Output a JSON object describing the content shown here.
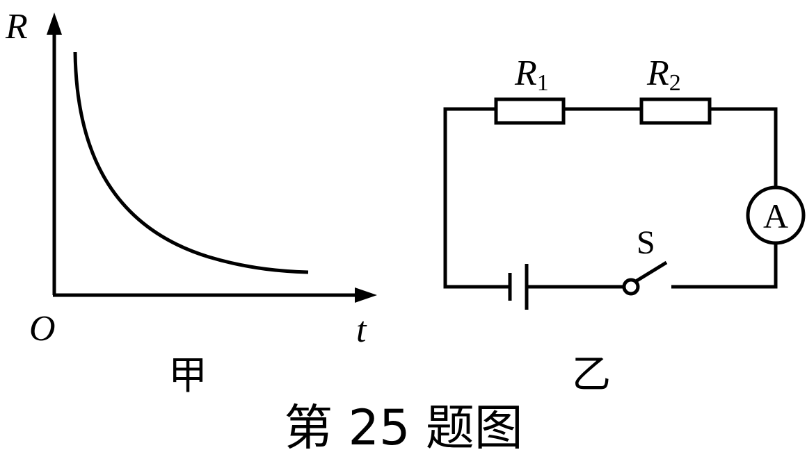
{
  "graph": {
    "label": "甲",
    "y_axis_label": "R",
    "x_axis_label": "t",
    "origin_label": "O"
  },
  "circuit": {
    "label": "乙",
    "resistor1": {
      "name": "R",
      "sub": "1"
    },
    "resistor2": {
      "name": "R",
      "sub": "2"
    },
    "ammeter": "A",
    "switch": "S"
  },
  "caption": "第 25 题图",
  "colors": {
    "ink": "#000000",
    "background": "#ffffff"
  }
}
